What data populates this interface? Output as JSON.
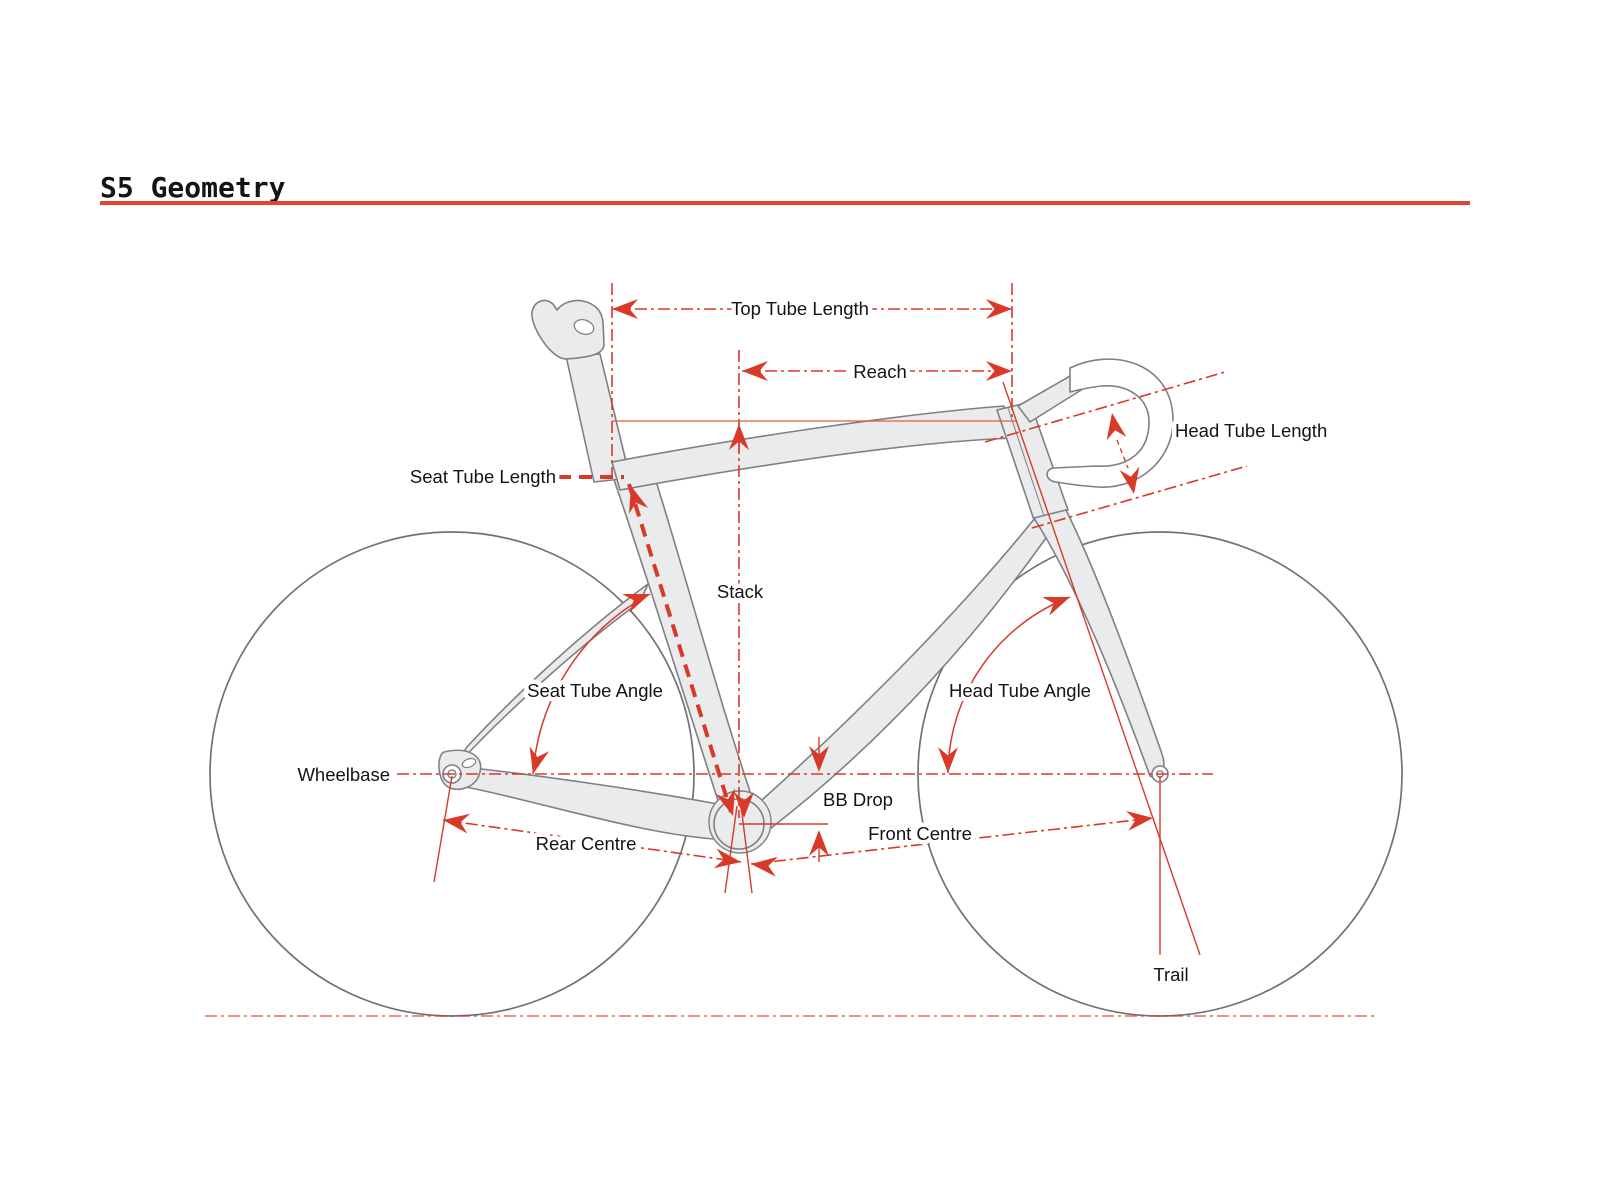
{
  "page": {
    "title": "S5 Geometry"
  },
  "colors": {
    "accent_red": "#d93a28",
    "underline_red": "#e2452c",
    "stack_ref_line": "#e06038",
    "frame_fill": "#e9ebed",
    "frame_stroke": "#7e8083",
    "wheel_stroke": "#6f7276",
    "label_color": "#141414",
    "background": "#ffffff"
  },
  "diagram": {
    "labels": {
      "top_tube_length": "Top Tube Length",
      "reach": "Reach",
      "head_tube_length": "Head Tube Length",
      "seat_tube_length": "Seat Tube Length",
      "stack": "Stack",
      "seat_tube_angle": "Seat Tube Angle",
      "head_tube_angle": "Head Tube Angle",
      "wheelbase": "Wheelbase",
      "bb_drop": "BB Drop",
      "rear_centre": "Rear Centre",
      "front_centre": "Front Centre",
      "trail": "Trail"
    }
  }
}
